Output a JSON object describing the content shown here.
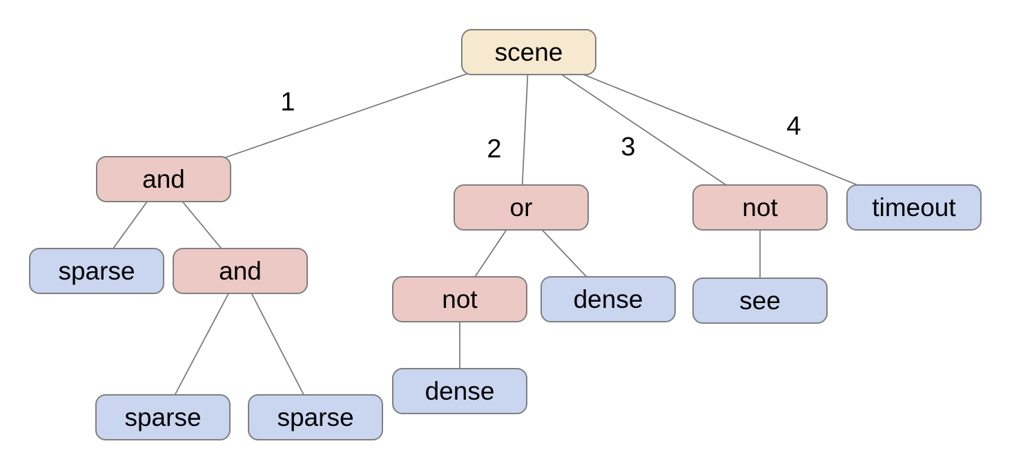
{
  "diagram_title": "behavior-tree",
  "colors": {
    "background": "#ffffff",
    "root_fill": "#f7e8d0",
    "operator_fill": "#ecc9c5",
    "leaf_fill": "#cad5f0",
    "node_border": "#7f7f7f",
    "edge_line": "#757575",
    "text": "#000000"
  },
  "tree": {
    "root": {
      "label": "scene",
      "children": [
        {
          "edge_label": "1",
          "label": "and",
          "children": [
            {
              "label": "sparse",
              "children": []
            },
            {
              "label": "and",
              "children": [
                {
                  "label": "sparse",
                  "children": []
                },
                {
                  "label": "sparse",
                  "children": []
                }
              ]
            }
          ]
        },
        {
          "edge_label": "2",
          "label": "or",
          "children": [
            {
              "label": "not",
              "children": [
                {
                  "label": "dense",
                  "children": []
                }
              ]
            },
            {
              "label": "dense",
              "children": []
            }
          ]
        },
        {
          "edge_label": "3",
          "label": "not",
          "children": [
            {
              "label": "see",
              "children": []
            }
          ]
        },
        {
          "edge_label": "4",
          "label": "timeout",
          "children": []
        }
      ]
    }
  }
}
